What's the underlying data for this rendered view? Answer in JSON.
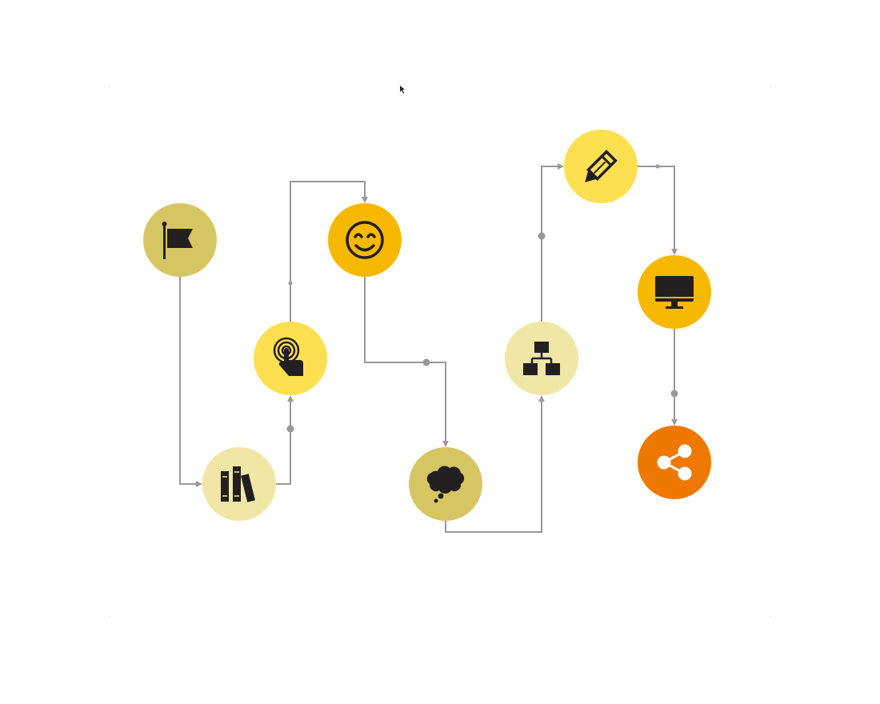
{
  "diagram": {
    "line_color": "#999999",
    "nodes": [
      {
        "id": "start",
        "icon": "flag-icon",
        "color": "#d6c663"
      },
      {
        "id": "research",
        "icon": "books-icon",
        "color": "#f0e7a6"
      },
      {
        "id": "interact",
        "icon": "touch-icon",
        "color": "#fde04f"
      },
      {
        "id": "satisfaction",
        "icon": "smile-icon",
        "color": "#f7b900"
      },
      {
        "id": "ideation",
        "icon": "thought-bubble-icon",
        "color": "#d6c663"
      },
      {
        "id": "structure",
        "icon": "sitemap-icon",
        "color": "#f0e7a6"
      },
      {
        "id": "design",
        "icon": "pencil-icon",
        "color": "#fde04f"
      },
      {
        "id": "develop",
        "icon": "monitor-icon",
        "color": "#f7b900"
      },
      {
        "id": "share",
        "icon": "share-icon",
        "color": "#ef7800"
      }
    ]
  }
}
